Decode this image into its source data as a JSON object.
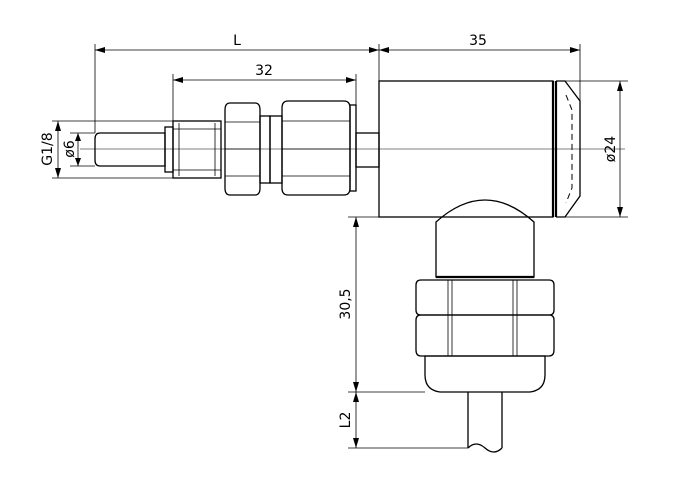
{
  "drawing": {
    "dimensions": {
      "overall_length": "L",
      "fitting_length": "32",
      "head_length": "35",
      "thread": "G1/8",
      "tip_diameter": "ø6",
      "head_diameter": "ø24",
      "gland_height": "30,5",
      "cable_length": "L2"
    }
  }
}
